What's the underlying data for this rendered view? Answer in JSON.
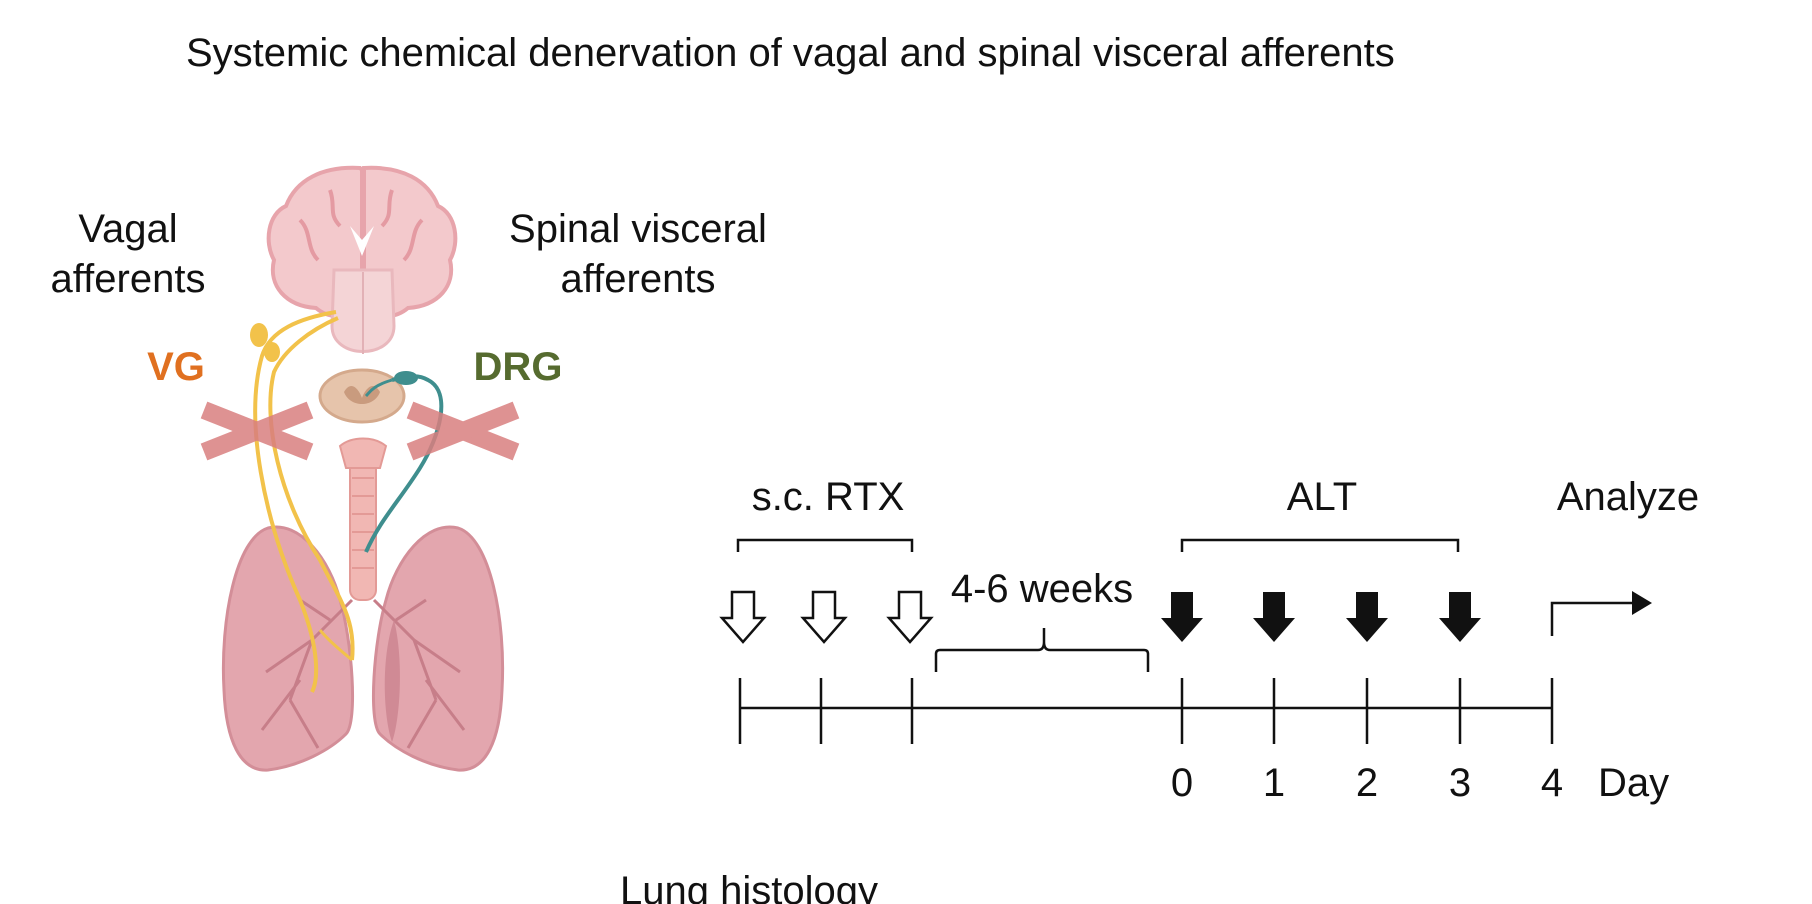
{
  "diagram": {
    "title": "Systemic chemical denervation of vagal and spinal visceral afferents",
    "labels": {
      "vagal_line1": "Vagal",
      "vagal_line2": "afferents",
      "spinal_line1": "Spinal visceral",
      "spinal_line2": "afferents",
      "vg": "VG",
      "drg": "DRG"
    },
    "timeline": {
      "rtx_label": "s.c. RTX",
      "gap_label": "4-6 weeks",
      "alt_label": "ALT",
      "analyze_label": "Analyze",
      "days": [
        "0",
        "1",
        "2",
        "3",
        "4"
      ],
      "day_unit": "Day"
    },
    "footer_caption": "Lung histology",
    "colors": {
      "vg": "#e07020",
      "drg": "#566b2f",
      "vagal_nerve": "#f2c24a",
      "spinal_nerve": "#3f8e8e",
      "cross": "#d97f7f",
      "lung": "#e3a6ae",
      "brain": "#f3c9cc"
    },
    "icons": [
      "brain-icon",
      "spinal-cord-icon",
      "lungs-icon",
      "denervation-cross-icon",
      "open-arrow-icon",
      "filled-arrow-icon",
      "bent-arrow-icon"
    ]
  }
}
